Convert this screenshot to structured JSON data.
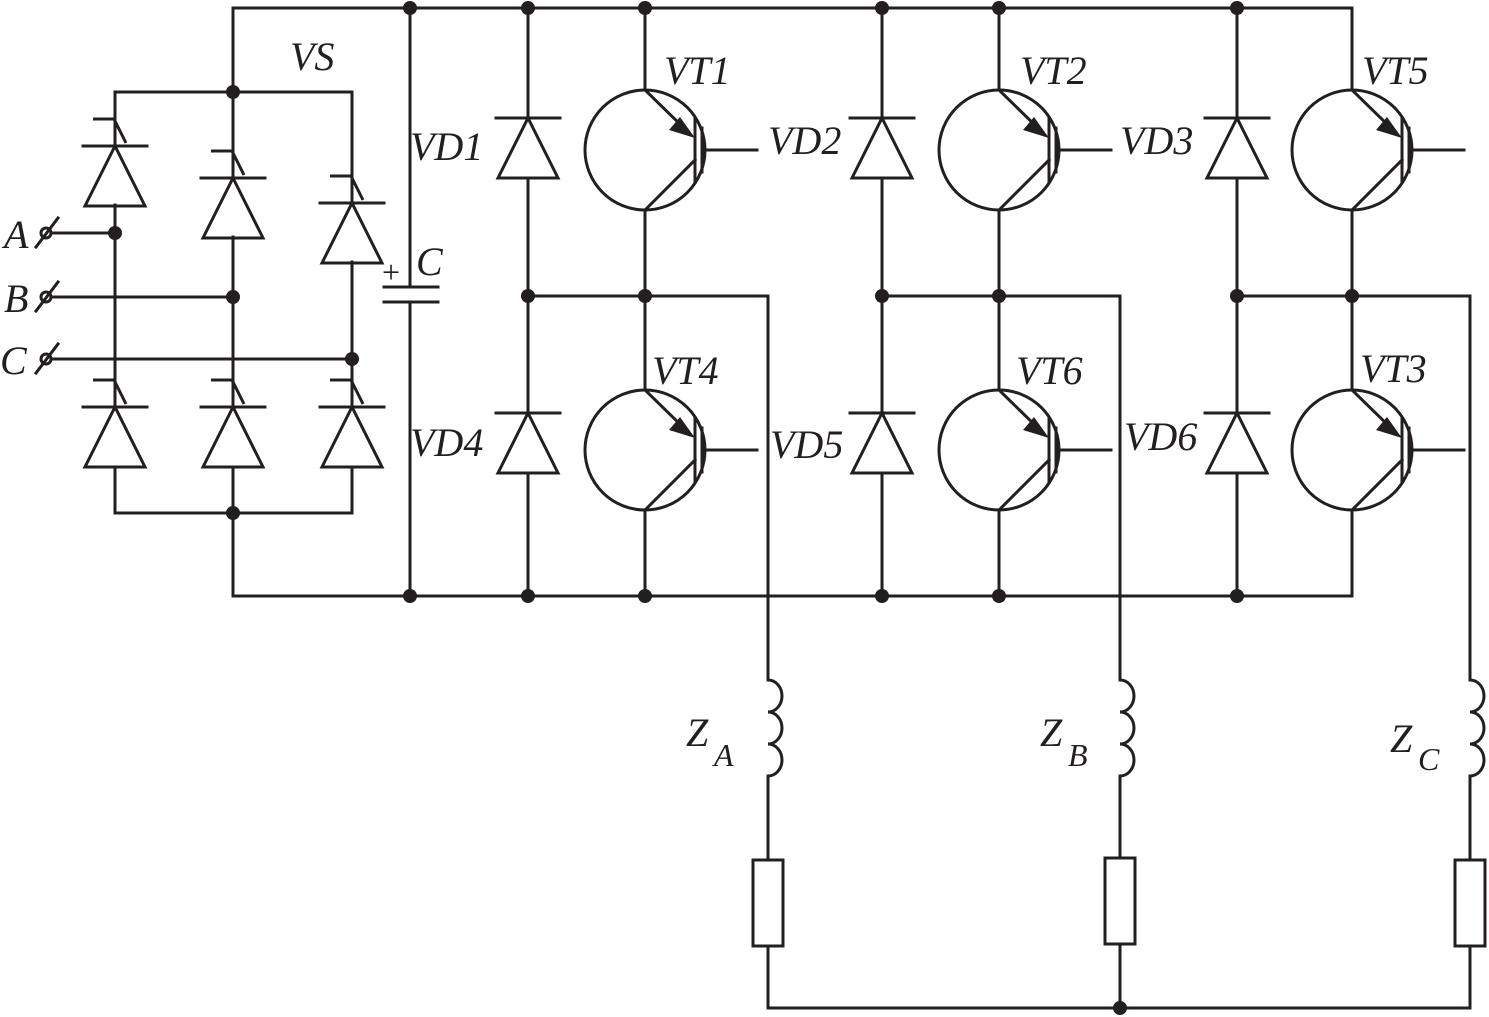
{
  "labels": {
    "rectifier": "VS",
    "capacitor": "C",
    "cap_plus": "+",
    "phase_a": "A",
    "phase_b": "B",
    "phase_c": "C",
    "vt1": "VT1",
    "vt2": "VT2",
    "vt3": "VT3",
    "vt4": "VT4",
    "vt5": "VT5",
    "vt6": "VT6",
    "vd1": "VD1",
    "vd2": "VD2",
    "vd3": "VD3",
    "vd4": "VD4",
    "vd5": "VD5",
    "vd6": "VD6",
    "za": "Z",
    "za_sub": "A",
    "zb": "Z",
    "zb_sub": "B",
    "zc": "Z",
    "zc_sub": "C"
  },
  "colors": {
    "ink": "#231f20",
    "background": "#ffffff"
  }
}
